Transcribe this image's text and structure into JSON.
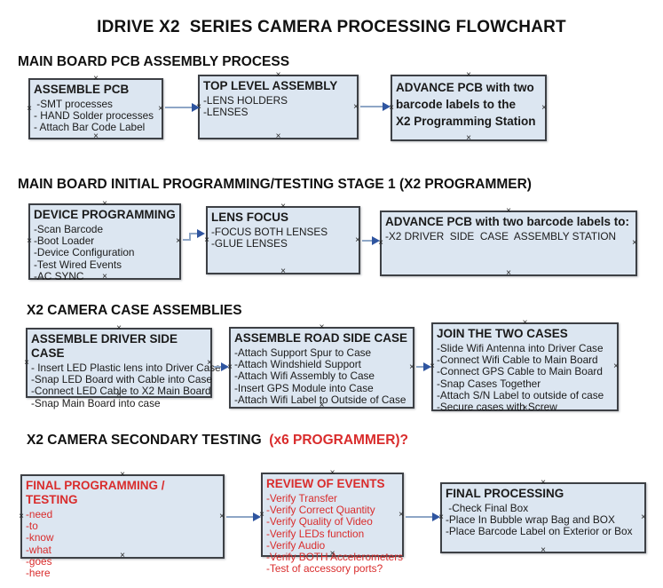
{
  "title": "IDRIVE X2  SERIES CAMERA PROCESSING FLOWCHART",
  "glyphs": {
    "handle": "×"
  },
  "colors": {
    "box_fill": "#dce6f1",
    "box_border": "#3d4045",
    "red": "#d92c2c",
    "arrow_line": "#8ea6c6",
    "arrow_head": "#2f55a0"
  },
  "sections": [
    {
      "heading": "MAIN BOARD PCB ASSEMBLY PROCESS",
      "boxes": [
        {
          "title": "ASSEMBLE PCB",
          "items": [
            " -SMT processes",
            "- HAND Solder processes",
            "- Attach Bar Code Label"
          ]
        },
        {
          "title": "TOP LEVEL ASSEMBLY",
          "items": [
            "-LENS HOLDERS",
            "-LENSES"
          ]
        },
        {
          "title": "ADVANCE PCB with two\nbarcode labels to the\n X2 Programming Station",
          "items": []
        }
      ]
    },
    {
      "heading": "MAIN BOARD INITIAL PROGRAMMING/TESTING STAGE 1 (X2 PROGRAMMER)",
      "boxes": [
        {
          "title": "DEVICE PROGRAMMING",
          "items": [
            "-Scan Barcode",
            "-Boot Loader",
            "-Device Configuration",
            "-Test Wired Events",
            "-AC SYNC"
          ]
        },
        {
          "title": "LENS FOCUS",
          "items": [
            "-FOCUS BOTH LENSES",
            "-GLUE LENSES"
          ]
        },
        {
          "title": "ADVANCE PCB with two barcode labels to:",
          "items": [
            "-X2 DRIVER  SIDE  CASE  ASSEMBLY STATION"
          ]
        }
      ]
    },
    {
      "heading": "X2 CAMERA CASE ASSEMBLIES",
      "boxes": [
        {
          "title": "ASSEMBLE DRIVER SIDE CASE",
          "items": [
            "- Insert LED Plastic lens into Driver Case",
            "-Snap LED Board with Cable into Case",
            "-Connect LED Cable to X2 Main Board",
            "-Snap Main Board into case"
          ]
        },
        {
          "title": "ASSEMBLE ROAD SIDE CASE",
          "items": [
            "-Attach Support Spur to Case",
            "-Attach Windshield Support",
            "-Attach Wifi Assembly to Case",
            "-Insert GPS Module into Case",
            "-Attach Wifi Label to Outside of Case"
          ]
        },
        {
          "title": "JOIN THE TWO CASES",
          "items": [
            "-Slide Wifi Antenna into Driver Case",
            "-Connect Wifi Cable to Main Board",
            "-Connect GPS Cable to Main Board",
            "-Snap Cases Together",
            "-Attach S/N Label to outside of case",
            "-Secure cases with Screw"
          ]
        }
      ]
    },
    {
      "heading": "X2 CAMERA SECONDARY TESTING  ",
      "heading_red": "(x6 PROGRAMMER)?",
      "boxes": [
        {
          "title": "FINAL PROGRAMMING / TESTING",
          "items": [
            "-need",
            "-to",
            "-know",
            "-what",
            "-goes",
            "-here"
          ]
        },
        {
          "title": "REVIEW OF EVENTS",
          "items": [
            "-Verify Transfer",
            "-Verify Correct Quantity",
            "-Verify Quality of Video",
            "-Verify LEDs function",
            "-Verify Audio",
            "-Verify BOTH Accelerometers",
            "-Test of accessory ports?"
          ]
        },
        {
          "title": "FINAL PROCESSING",
          "items": [
            " -Check Final Box",
            "-Place In Bubble wrap Bag and BOX",
            "-Place Barcode Label on Exterior or Box"
          ]
        }
      ]
    }
  ]
}
